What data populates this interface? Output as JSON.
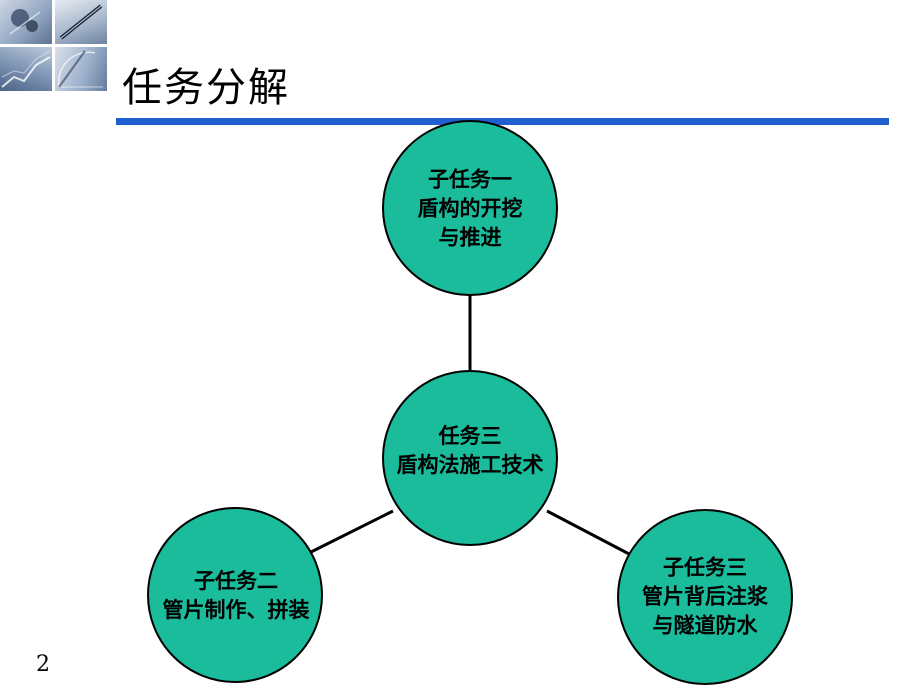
{
  "slide": {
    "title": "任务分解",
    "page_number": "2"
  },
  "diagram": {
    "center": {
      "lines": [
        "任务三",
        "盾构法施工技术"
      ]
    },
    "subtasks": [
      {
        "lines": [
          "子任务一",
          "盾构的开挖",
          "与推进"
        ]
      },
      {
        "lines": [
          "子任务二",
          "管片制作、拼装"
        ]
      },
      {
        "lines": [
          "子任务三",
          "管片背后注浆",
          "与隧道防水"
        ]
      }
    ]
  },
  "colors": {
    "node_fill": "#1abc9c",
    "node_stroke": "#000000",
    "title_rule": "#1f5fcf"
  },
  "icons": [
    "compass-photo",
    "pen-photo",
    "chart-photo",
    "drafting-photo"
  ]
}
